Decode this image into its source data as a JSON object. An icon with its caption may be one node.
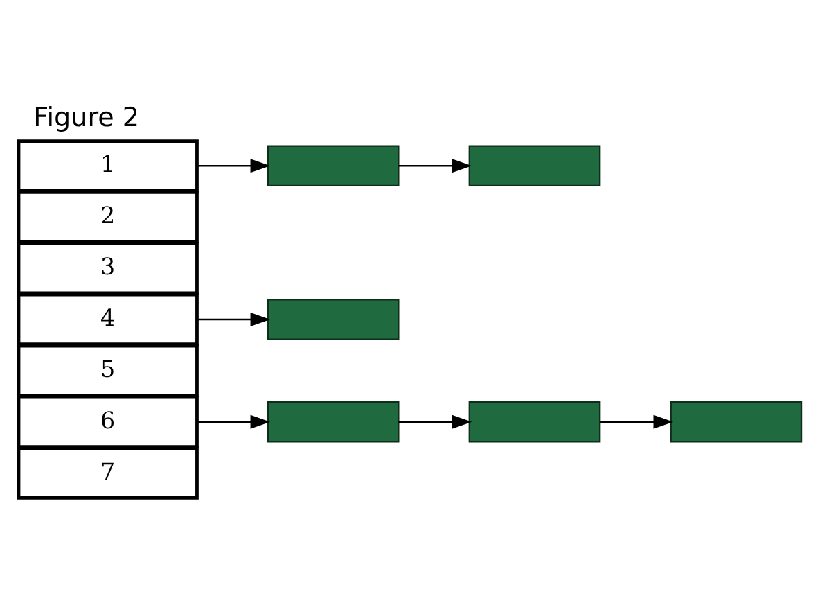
{
  "diagram": {
    "title": "Figure 2",
    "nodes": [
      {
        "text": [
          "1"
        ]
      },
      {
        "text": [
          "2"
        ]
      },
      {
        "text": [
          "3"
        ]
      },
      {
        "text": [
          "4"
        ]
      },
      {
        "text": [
          "5"
        ]
      },
      {
        "text": [
          "6"
        ]
      },
      {
        "text": [
          "7"
        ]
      },
      {
        "text": [],
        "shape": "box"
      },
      {
        "text": [],
        "shape": "box"
      },
      {
        "text": [],
        "shape": "box"
      },
      {
        "text": [],
        "shape": "box"
      },
      {
        "text": [],
        "shape": "box"
      },
      {
        "text": [],
        "shape": "box"
      }
    ],
    "edges": [
      {
        "from": 0,
        "to": 7,
        "arrow": "to"
      },
      {
        "from": 7,
        "to": 8,
        "arrow": "to"
      },
      {
        "from": 3,
        "to": 9,
        "arrow": "to"
      },
      {
        "from": 5,
        "to": 10,
        "arrow": "to"
      },
      {
        "from": 10,
        "to": 11,
        "arrow": "to"
      },
      {
        "from": 11,
        "to": 12,
        "arrow": "to"
      }
    ]
  }
}
